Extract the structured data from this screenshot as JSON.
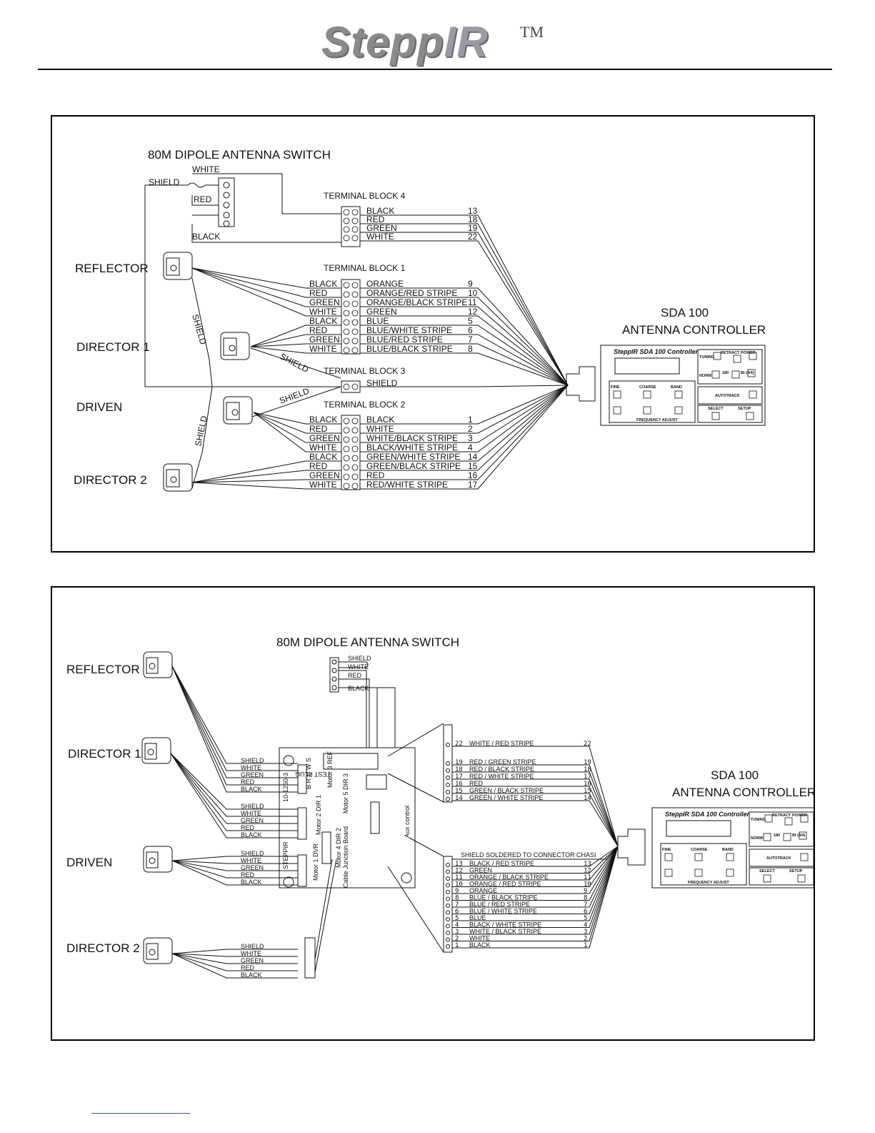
{
  "header": {
    "logo_main": "Stepp",
    "logo_ir": "IR",
    "trademark": "TM"
  },
  "top": {
    "title": "80M DIPOLE ANTENNA SWITCH",
    "switch_wires": [
      "SHIELD",
      "WHITE",
      "RED",
      "BLACK"
    ],
    "tb4": {
      "label": "TERMINAL BLOCK 4",
      "wires": [
        "BLACK",
        "RED",
        "GREEN",
        "WHITE"
      ],
      "pins": [
        "13",
        "18",
        "19",
        "22"
      ]
    },
    "tb1": {
      "label": "TERMINAL BLOCK 1",
      "left": [
        "BLACK",
        "RED",
        "GREEN",
        "WHITE",
        "BLACK",
        "RED",
        "GREEN",
        "WHITE"
      ],
      "right": [
        "ORANGE",
        "ORANGE/RED STRIPE",
        "ORANGE/BLACK STRIPE",
        "GREEN",
        "BLUE",
        "BLUE/WHITE STRIPE",
        "BLUE/RED STRIPE",
        "BLUE/BLACK STRIPE"
      ],
      "pins": [
        "9",
        "10",
        "11",
        "12",
        "5",
        "6",
        "7",
        "8"
      ]
    },
    "tb3": {
      "label": "TERMINAL BLOCK 3",
      "wire": "SHIELD"
    },
    "tb2": {
      "label": "TERMINAL BLOCK 2",
      "left": [
        "BLACK",
        "RED",
        "GREEN",
        "WHITE",
        "BLACK",
        "RED",
        "GREEN",
        "WHITE"
      ],
      "right": [
        "BLACK",
        "WHITE",
        "WHITE/BLACK STRIPE",
        "BLACK/WHITE STRIPE",
        "GREEN/WHITE STRIPE",
        "GREEN/BLACK STRIPE",
        "RED",
        "RED/WHITE STRIPE"
      ],
      "pins": [
        "1",
        "2",
        "3",
        "4",
        "14",
        "15",
        "16",
        "17"
      ]
    },
    "elements": [
      "REFLECTOR",
      "DIRECTOR 1",
      "DRIVEN",
      "DIRECTOR 2"
    ],
    "shield_labels": [
      "SHIELD",
      "SHIELD",
      "SHIELD",
      "SHIELD"
    ],
    "controller_title": [
      "SDA 100",
      "ANTENNA CONTROLLER"
    ]
  },
  "controller": {
    "brand": "SteppIR  SDA 100 Controller",
    "buttons": {
      "tuning": "TUNING",
      "retract": "RETRACT",
      "power": "POWER",
      "norm": "NORM",
      "one_eighty": "180",
      "bi": "BI (3/4)",
      "fine": "FINE",
      "coarse": "COARSE",
      "band": "BAND",
      "autotrack": "AUTOTRACK",
      "select": "SELECT",
      "setup": "SETUP",
      "freq": "FREQUENCY ADJUST"
    }
  },
  "bottom": {
    "title": "80M DIPOLE ANTENNA SWITCH",
    "switch_wires": [
      "SHIELD",
      "WHITE",
      "RED",
      "BLACK"
    ],
    "elements": [
      "REFLECTOR",
      "DIRECTOR 1",
      "DRIVEN",
      "DIRECTOR 2"
    ],
    "element_wires": [
      "SHIELD",
      "WHITE",
      "GREEN",
      "RED",
      "BLACK"
    ],
    "board_labels": {
      "test_plug": "TEST PLUG",
      "board": "Cable Junction Board",
      "brgws": "B R G W S",
      "motor3": "Motor 3 REF",
      "motor5": "Motor 5 DIR 3",
      "motor2": "Motor 2 DIR 1",
      "motor4": "Motor 4 DIR 2",
      "motor1": "Motor 1 DVR",
      "aux": "Aux control",
      "steppir": "STEPPIR",
      "part": "10-1260-3"
    },
    "connector_top": [
      {
        "pin": "22",
        "label": "WHITE / RED STRIPE"
      },
      {
        "pin": "19",
        "label": "RED / GREEN STRIPE"
      },
      {
        "pin": "18",
        "label": "RED / BLACK STRIPE"
      },
      {
        "pin": "17",
        "label": "RED / WHITE STRIPE"
      },
      {
        "pin": "16",
        "label": "RED"
      },
      {
        "pin": "15",
        "label": "GREEN / BLACK STRIPE"
      },
      {
        "pin": "14",
        "label": "GREEN / WHITE STRIPE"
      }
    ],
    "shield_note": "SHIELD SOLDERED TO CONNECTOR CHASI",
    "connector_bottom": [
      {
        "pin": "13",
        "label": "BLACK / RED STRIPE"
      },
      {
        "pin": "12",
        "label": "GREEN"
      },
      {
        "pin": "11",
        "label": "ORANGE / BLACK STRIPE"
      },
      {
        "pin": "10",
        "label": "ORANGE / RED STRIPE"
      },
      {
        "pin": "9",
        "label": "ORANGE"
      },
      {
        "pin": "8",
        "label": "BLUE / BLACK STRIPE"
      },
      {
        "pin": "7",
        "label": "BLUE / RED STRIPE"
      },
      {
        "pin": "6",
        "label": "BLUE / WHITE STRIPE"
      },
      {
        "pin": "5",
        "label": "BLUE"
      },
      {
        "pin": "4",
        "label": "BLACK / WHITE STRIPE"
      },
      {
        "pin": "3",
        "label": "WHITE / BLACK STRIPE"
      },
      {
        "pin": "2",
        "label": "WHITE"
      },
      {
        "pin": "1",
        "label": "BLACK"
      }
    ],
    "controller_title": [
      "SDA 100",
      "ANTENNA CONTROLLER"
    ]
  }
}
